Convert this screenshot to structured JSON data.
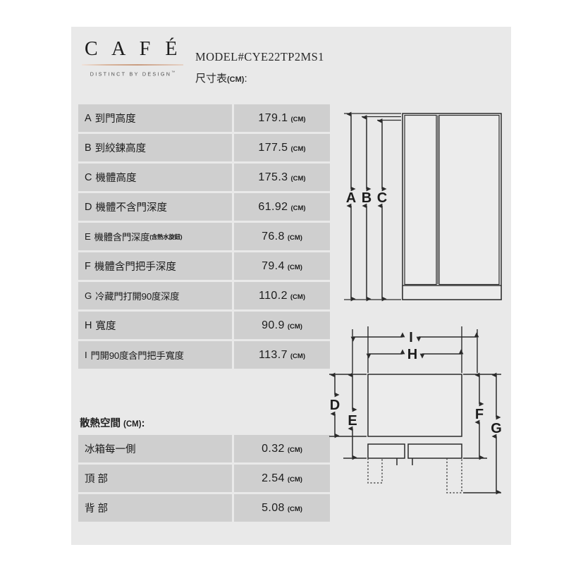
{
  "brand": {
    "name": "CAFE",
    "wordmark": "C A F É",
    "tagline": "DISTINCT BY DESIGN",
    "trademark": "™",
    "accent_color": "#c99c80"
  },
  "header": {
    "model_label": "MODEL#",
    "model_number": "CYE22TP2MS1",
    "model_line": "MODEL#CYE22TP2MS1",
    "dimension_table_label": "尺寸表",
    "dimension_table_unit": "(CM)",
    "dimension_table_colon": ":"
  },
  "main_table": {
    "unit_suffix": "(CM)",
    "rows": [
      {
        "key": "A",
        "label": "到門高度",
        "sub": "",
        "value": "179.1",
        "unit": "(CM)"
      },
      {
        "key": "B",
        "label": "到絞鍊高度",
        "sub": "",
        "value": "177.5",
        "unit": "(CM)"
      },
      {
        "key": "C",
        "label": "機體高度",
        "sub": "",
        "value": "175.3",
        "unit": "(CM)"
      },
      {
        "key": "D",
        "label": "機體不含門深度",
        "sub": "",
        "value": "61.92",
        "unit": "(CM)"
      },
      {
        "key": "E",
        "label": "機體含門深度",
        "sub": "(含熱水旋鈕)",
        "value": "76.8",
        "unit": "(CM)"
      },
      {
        "key": "F",
        "label": "機體含門把手深度",
        "sub": "",
        "value": "79.4",
        "unit": "(CM)"
      },
      {
        "key": "G",
        "label": "冷藏門打開90度深度",
        "sub": "",
        "value": "110.2",
        "unit": "(CM)"
      },
      {
        "key": "H",
        "label": "寬度",
        "sub": "",
        "value": "90.9",
        "unit": "(CM)"
      },
      {
        "key": "I",
        "label": "門開90度含門把手寬度",
        "sub": "",
        "value": "113.7",
        "unit": "(CM)"
      }
    ]
  },
  "clearance_table": {
    "title": "散熱空間",
    "title_unit": "(CM)",
    "title_colon": ":",
    "rows": [
      {
        "key": "",
        "label": "冰箱每一側",
        "sub": "",
        "value": "0.32",
        "unit": "(CM)"
      },
      {
        "key": "",
        "label": "頂 部",
        "sub": "",
        "value": "2.54",
        "unit": "(CM)"
      },
      {
        "key": "",
        "label": "背 部",
        "sub": "",
        "value": "5.08",
        "unit": "(CM)"
      }
    ]
  },
  "diagrams": {
    "front_view": {
      "name": "front-elevation",
      "dimension_labels": [
        "A",
        "B",
        "C"
      ],
      "description": "side-by-side refrigerator front elevation with two doors and base plinth"
    },
    "top_view": {
      "name": "top-plan",
      "dimension_labels": [
        "D",
        "E",
        "F",
        "G",
        "H",
        "I"
      ],
      "description": "top plan view showing cabinet depth, door depth, handle depth and 90-degree door swing"
    }
  },
  "colors": {
    "page_background": "#ffffff",
    "panel_background": "#e9e9e9",
    "cell_background": "#cfcfcf",
    "text": "#1c1c1c",
    "line": "#333333"
  }
}
